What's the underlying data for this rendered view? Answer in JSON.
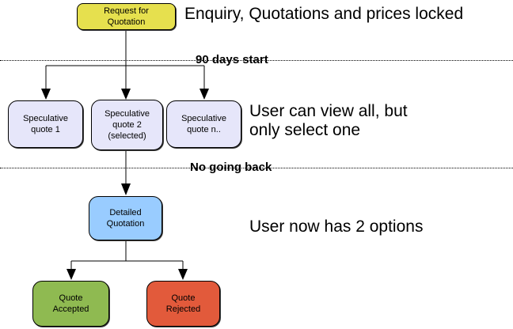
{
  "diagram": {
    "nodes": {
      "request": {
        "label": "Request for\nQuotation",
        "fill": "#e6e04e"
      },
      "spec1": {
        "label": "Speculative\nquote 1",
        "fill": "#e6e6fa"
      },
      "spec2": {
        "label": "Speculative\nquote 2\n(selected)",
        "fill": "#e6e6fa"
      },
      "specn": {
        "label": "Speculative\nquote n..",
        "fill": "#e6e6fa"
      },
      "detailed": {
        "label": "Detailed\nQuotation",
        "fill": "#99ccff"
      },
      "accepted": {
        "label": "Quote\nAccepted",
        "fill": "#8fba51"
      },
      "rejected": {
        "label": "Quote\nRejected",
        "fill": "#e25a3b"
      }
    },
    "phase_labels": {
      "phase1": "90 days start",
      "phase2": "No going back"
    },
    "annotations": {
      "top": "Enquiry, Quotations and prices locked",
      "middle": "User can view all, but\nonly select one",
      "bottom": "User now has 2 options"
    },
    "edges": [
      {
        "from": "request",
        "to": "spec1"
      },
      {
        "from": "request",
        "to": "spec2"
      },
      {
        "from": "request",
        "to": "specn"
      },
      {
        "from": "spec2",
        "to": "detailed"
      },
      {
        "from": "detailed",
        "to": "accepted"
      },
      {
        "from": "detailed",
        "to": "rejected"
      }
    ],
    "colors": {
      "line": "#000000",
      "border": "#000000",
      "text": "#000000",
      "background": "#ffffff"
    }
  }
}
